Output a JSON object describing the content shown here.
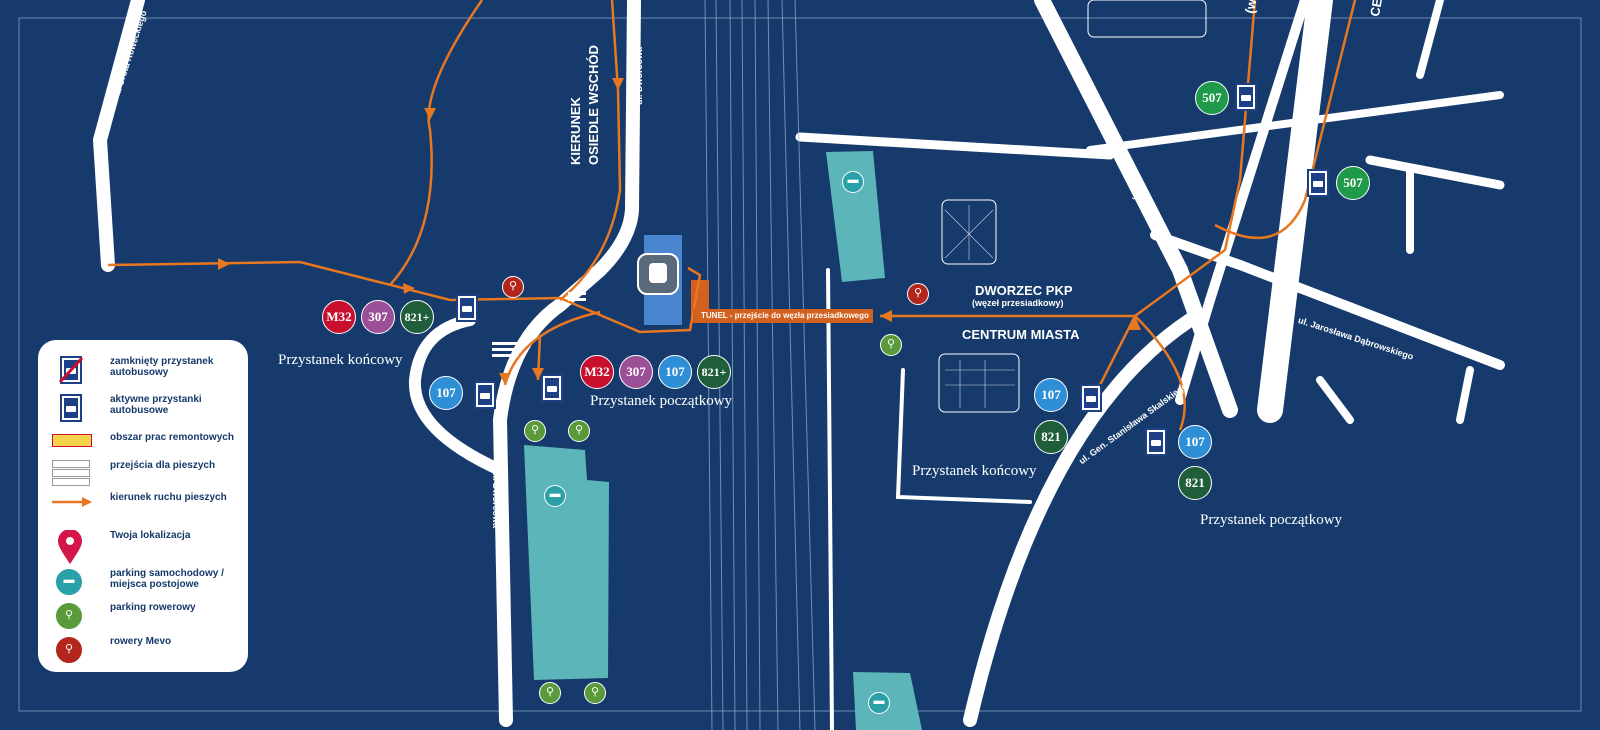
{
  "streets": {
    "grota": "ul. Stefana Grota Roweckiego",
    "dworcowa_top": "ul. Dworcowa",
    "dworcowa_bottom": "ul. Dworcowa",
    "powstancow": "ul. Powstańców Warszawy",
    "dabrowskiego": "ul. Jarosława Dąbrowskiego",
    "skalskiego": "ul. Gen. Stanisława Skalskiego"
  },
  "direction": {
    "line1": "KIERUNEK",
    "line2": "OSIEDLE WSCHÓD"
  },
  "station": {
    "title": "DWORZEC PKP",
    "subtitle": "(węzeł przesiadkowy)",
    "center": "CENTRUM MIASTA"
  },
  "tunnel": "TUNEL - przejście do węzła przesiadkowego",
  "stops": {
    "west_end": "Przystanek końcowy",
    "west_start": "Przystanek początkowy",
    "east_end": "Przystanek końcowy",
    "east_start": "Przystanek początkowy"
  },
  "lines": {
    "m32": "M32",
    "l307": "307",
    "l107": "107",
    "l821p": "821+",
    "l821": "821",
    "l507": "507"
  },
  "colors": {
    "background": "#153a6b",
    "m32": "#c8102e",
    "l307": "#9b4f96",
    "l107": "#2f8fd6",
    "l821": "#1e5e3a",
    "l507": "#1e9a4a",
    "route": "#e87722",
    "parking": "#5bb5b9"
  },
  "legend": [
    {
      "icon": "closed-bus-stop-icon",
      "text": "zamknięty przystanek autobusowy"
    },
    {
      "icon": "bus-stop-icon",
      "text": "aktywne przystanki autobusowe"
    },
    {
      "icon": "construction-area-icon",
      "text": "obszar prac remontowych"
    },
    {
      "icon": "crosswalk-icon",
      "text": "przejścia dla pieszych"
    },
    {
      "icon": "arrow-icon",
      "text": "kierunek ruchu pieszych"
    },
    {
      "icon": "location-pin-icon",
      "text": "Twoja lokalizacja"
    },
    {
      "icon": "car-parking-icon",
      "text": "parking samochodowy / miejsca postojowe"
    },
    {
      "icon": "bike-parking-icon",
      "text": "parking rowerowy"
    },
    {
      "icon": "mevo-bike-icon",
      "text": "rowery Mevo"
    }
  ],
  "edge_text": {
    "top_left": "(w",
    "top_right": "CE"
  }
}
